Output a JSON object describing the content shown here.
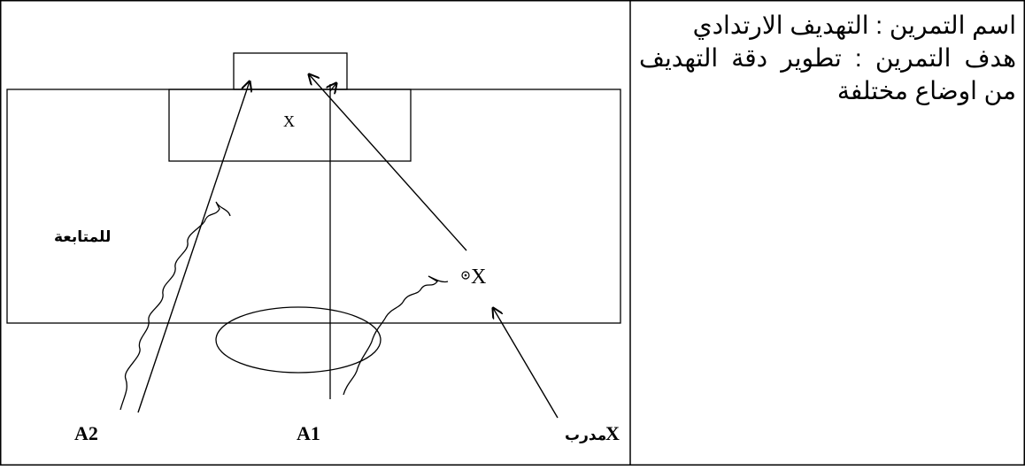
{
  "exercise": {
    "name_line": "اسم التمرين : التهديف الارتدادي",
    "goal_line": "هدف التمرين : تطوير دقة التهديف من اوضاع مختلفة"
  },
  "diagram": {
    "follow_label": "للمتابعة",
    "box_player_label": "X",
    "coach_marker_label": "X",
    "player_a1_label": "A1",
    "player_a2_label": "A2",
    "coach_caption_x": "X",
    "coach_caption_word": "مدرب"
  }
}
